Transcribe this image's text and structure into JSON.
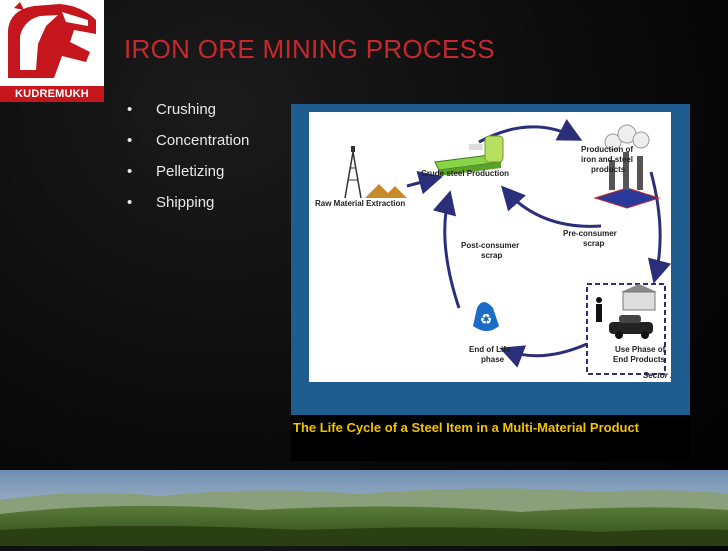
{
  "logo": {
    "text": "KUDREMUKH"
  },
  "slide": {
    "title": "IRON ORE MINING PROCESS",
    "bullets": [
      {
        "marker": "•",
        "text": "Crushing"
      },
      {
        "marker": "•",
        "text": "Concentration"
      },
      {
        "marker": "•",
        "text": "Pelletizing"
      },
      {
        "marker": "•",
        "text": "Shipping"
      }
    ]
  },
  "figure": {
    "caption": "The Life Cycle of a Steel Item in a Multi-Material Product",
    "labels": {
      "crude_steel": "Crude steel Production",
      "production_line1": "Production of",
      "production_line2": "iron and steel",
      "production_line3": "products",
      "raw_material": "Raw Material Extraction",
      "pre_consumer_line1": "Pre-consumer",
      "pre_consumer_line2": "scrap",
      "post_consumer_line1": "Post-consumer",
      "post_consumer_line2": "scrap",
      "end_of_life_line1": "End of Life",
      "end_of_life_line2": "phase",
      "use_phase_line1": "Use Phase of",
      "use_phase_line2": "End Products",
      "sector": "Sector x"
    }
  },
  "colors": {
    "title": "#c9272f",
    "logo_red": "#c4161c",
    "figure_border": "#1f5c8f",
    "caption_text": "#f2c200",
    "arrow": "#2b2f7a"
  }
}
